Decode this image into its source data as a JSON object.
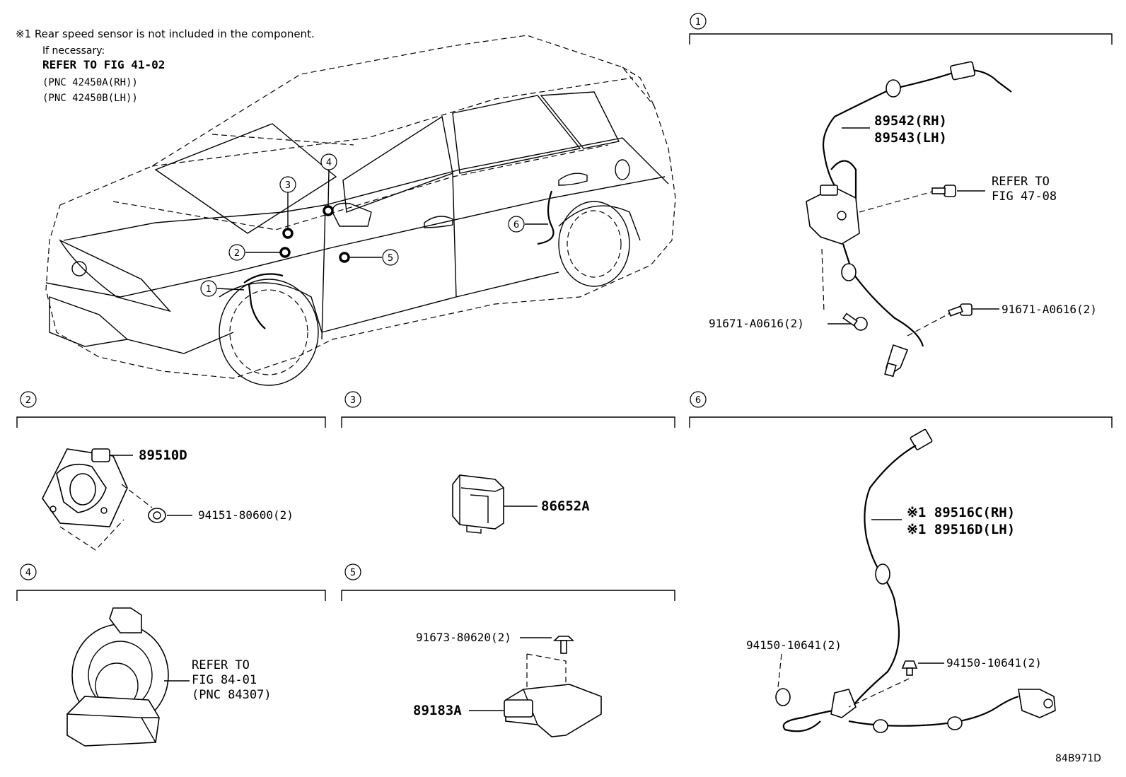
{
  "note": {
    "line1": "※1 Rear speed sensor is not included in the component.",
    "line2": "If necessary:",
    "line3": "REFER TO FIG 41-02",
    "line4": "(PNC 42450A(RH))",
    "line5": "(PNC 42450B(LH))"
  },
  "callouts": [
    "1",
    "2",
    "3",
    "4",
    "5",
    "6"
  ],
  "section1": {
    "sensor_rh": "89542(RH)",
    "sensor_lh": "89543(LH)",
    "refer_line1": "REFER TO",
    "refer_line2": "FIG 47-08",
    "bolt_left": "91671-A0616(2)",
    "bolt_right": "91671-A0616(2)"
  },
  "section2": {
    "part": "89510D",
    "nut": "94151-80600(2)"
  },
  "section3": {
    "part": "86652A"
  },
  "section4": {
    "refer_line1": "REFER TO",
    "refer_line2": "FIG 84-01",
    "refer_line3": "(PNC 84307)"
  },
  "section5": {
    "bolt": "91673-80620(2)",
    "part": "89183A"
  },
  "section6": {
    "sensor_rh": "※1 89516C(RH)",
    "sensor_lh": "※1 89516D(LH)",
    "clip_left": "94150-10641(2)",
    "clip_right": "94150-10641(2)"
  },
  "diagram_code": "84B971D"
}
